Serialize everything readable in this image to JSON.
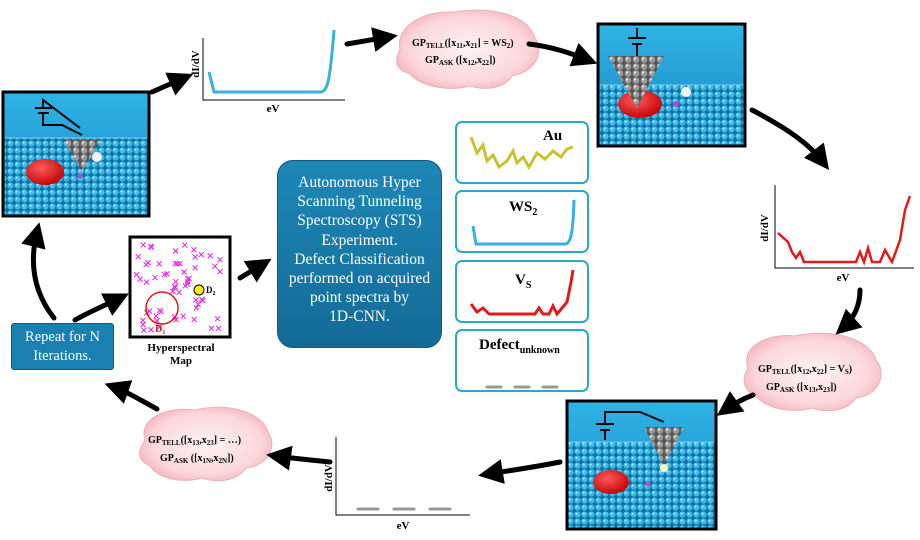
{
  "center_text": [
    "Autonomous Hyper",
    "Scanning Tunneling",
    "Spectroscopy (STS)",
    "Experiment.",
    "Defect Classification",
    "performed on acquired",
    "point spectra by",
    "1D-CNN."
  ],
  "repeat_text": [
    "Repeat for N",
    "Iterations."
  ],
  "hyperspectral": {
    "caption_lines": [
      "Hyperspectral",
      "Map"
    ],
    "d1": "D",
    "d1_sub": "1",
    "d2": "D",
    "d2_sub": "2"
  },
  "plot_axes": {
    "ylabel": "dI/dV",
    "xlabel": "eV"
  },
  "classes": [
    {
      "label": "Au",
      "sub": "",
      "color": "#c8c232"
    },
    {
      "label": "WS",
      "sub": "2",
      "color": "#3aaee6"
    },
    {
      "label": "V",
      "sub": "S",
      "color": "#e01b1b"
    },
    {
      "label": "Defect",
      "sub": "unknown",
      "color": "#999999"
    }
  ],
  "gp": {
    "top": {
      "tell": "GP",
      "tell_sub": "TELL",
      "tell_rest": "([x",
      "a": "11",
      "b": "21",
      "tell_val": "] = WS",
      "tell_val_sub": "2",
      "ask": "GP",
      "ask_sub": "ASK",
      "ask_a": "12",
      "ask_b": "22"
    },
    "right": {
      "tell": "GP",
      "tell_sub": "TELL",
      "a": "12",
      "b": "22",
      "tell_val": "] = V",
      "tell_val_sub": "S",
      "ask": "GP",
      "ask_sub": "ASK",
      "ask_a": "13",
      "ask_b": "23"
    },
    "left": {
      "tell": "GP",
      "tell_sub": "TELL",
      "a": "13",
      "b": "23",
      "tell_val": "] = …)",
      "ask": "GP",
      "ask_sub": "ASK",
      "ask_a": "1N",
      "ask_b": "2N"
    }
  },
  "colors": {
    "ws2": "#3aaee6",
    "vs": "#e01b1b",
    "au": "#c8c232",
    "unknown": "#999999",
    "accent": "#1a7fb1",
    "card_border": "#2ba7c7",
    "markers": "#dd33dd"
  }
}
